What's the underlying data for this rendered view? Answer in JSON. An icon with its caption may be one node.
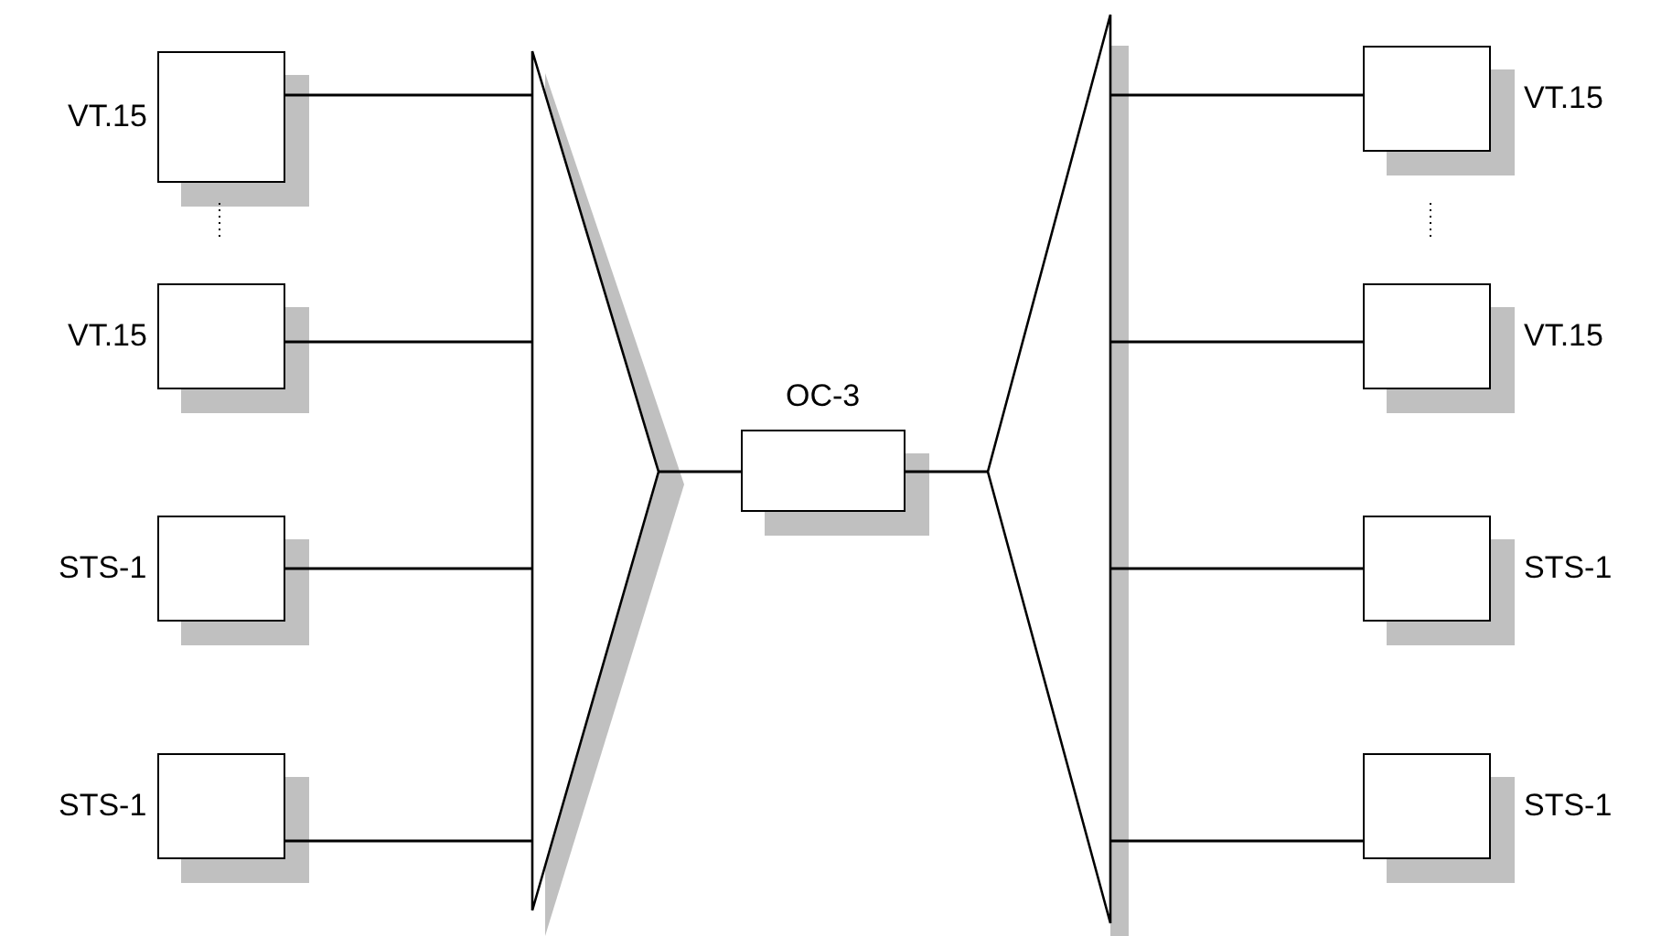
{
  "diagram": {
    "nodes": [
      {
        "text": [],
        "shape": "box",
        "beside": [
          "VT.15"
        ]
      },
      {
        "text": [],
        "shape": "box",
        "beside": [
          "VT.15"
        ]
      },
      {
        "text": [],
        "shape": "box",
        "beside": [
          "STS-1"
        ]
      },
      {
        "text": [],
        "shape": "box",
        "beside": [
          "STS-1"
        ]
      },
      {
        "text": [],
        "shape": "trapezoid"
      },
      {
        "text": [],
        "shape": "box",
        "beside": [
          "OC-3"
        ]
      },
      {
        "text": [],
        "shape": "trapezoid"
      },
      {
        "text": [],
        "shape": "box",
        "beside": [
          "VT.15"
        ]
      },
      {
        "text": [],
        "shape": "box",
        "beside": [
          "VT.15"
        ]
      },
      {
        "text": [],
        "shape": "box",
        "beside": [
          "STS-1"
        ]
      },
      {
        "text": [],
        "shape": "box",
        "beside": [
          "STS-1"
        ]
      }
    ],
    "edges": [
      {
        "from": 0,
        "to": 4,
        "arrow": "none"
      },
      {
        "from": 1,
        "to": 4,
        "arrow": "none"
      },
      {
        "from": 2,
        "to": 4,
        "arrow": "none"
      },
      {
        "from": 3,
        "to": 4,
        "arrow": "none"
      },
      {
        "from": 4,
        "to": 5,
        "arrow": "none"
      },
      {
        "from": 5,
        "to": 6,
        "arrow": "none"
      },
      {
        "from": 6,
        "to": 7,
        "arrow": "none"
      },
      {
        "from": 6,
        "to": 8,
        "arrow": "none"
      },
      {
        "from": 6,
        "to": 9,
        "arrow": "none"
      },
      {
        "from": 6,
        "to": 10,
        "arrow": "none"
      }
    ]
  }
}
